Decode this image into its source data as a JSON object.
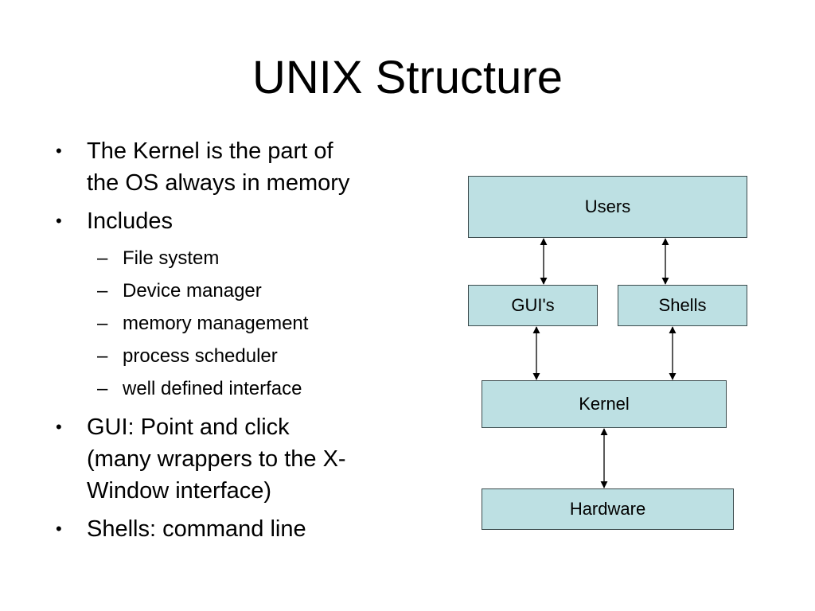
{
  "slide": {
    "title": "UNIX Structure",
    "bullets": [
      {
        "text": "The Kernel is the part of the OS always in memory",
        "lines": [
          "The Kernel is the part of",
          "the OS always in memory"
        ]
      },
      {
        "text": "Includes",
        "lines": [
          "Includes"
        ],
        "subitems": [
          "File system",
          "Device manager",
          "memory management",
          "process scheduler",
          "well defined interface"
        ]
      },
      {
        "text": "GUI: Point and click (many wrappers to the X-Window interface)",
        "lines": [
          "GUI: Point and click",
          "(many wrappers to the X-",
          "Window interface)"
        ]
      },
      {
        "text": "Shells: command line",
        "lines": [
          "Shells: command line"
        ]
      }
    ],
    "bullet_glyph": "•",
    "sub_glyph": "–"
  },
  "diagram": {
    "box_color": "#bde0e3",
    "nodes": {
      "users": "Users",
      "guis": "GUI's",
      "shells": "Shells",
      "kernel": "Kernel",
      "hardware": "Hardware"
    },
    "edges": [
      {
        "from": "users",
        "to": "guis",
        "direction": "bidirectional"
      },
      {
        "from": "users",
        "to": "shells",
        "direction": "bidirectional"
      },
      {
        "from": "guis",
        "to": "kernel",
        "direction": "bidirectional"
      },
      {
        "from": "shells",
        "to": "kernel",
        "direction": "bidirectional"
      },
      {
        "from": "kernel",
        "to": "hardware",
        "direction": "bidirectional"
      }
    ]
  }
}
